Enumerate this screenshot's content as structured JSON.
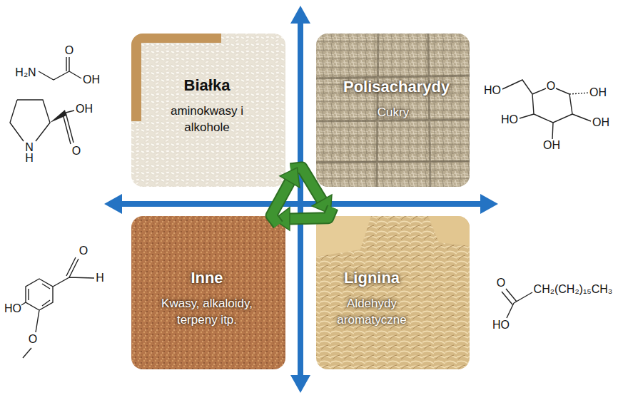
{
  "diagram": {
    "nodes": [
      {
        "text": [
          "Białka",
          "aminokwasy i alkohole"
        ]
      },
      {
        "text": [
          "Polisacharydy",
          "Cukry"
        ]
      },
      {
        "text": [
          "Inne",
          "Kwasy, alkaloidy, terpeny itp."
        ]
      },
      {
        "text": [
          "Lignina",
          "Aldehydy aromatyczne"
        ]
      }
    ],
    "labels": [
      "H₂N",
      "O",
      "OH",
      "OH",
      "O",
      "N",
      "H",
      "HO",
      "O",
      "OH",
      "HO",
      "OH",
      "OH",
      "O",
      "H",
      "HO",
      "O",
      "O",
      "HO",
      "CH₂(CH₂)₁₅CH₃"
    ]
  }
}
